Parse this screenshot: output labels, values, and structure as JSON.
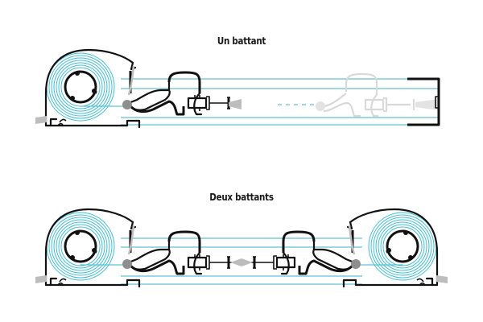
{
  "diagram": {
    "sections": [
      {
        "id": "single",
        "title": "Un battant",
        "leaves": 1,
        "components": [
          "coil-cassette-left",
          "screen-lines",
          "handle-bar",
          "latch",
          "ghost-handle-open-position",
          "end-rail-right"
        ]
      },
      {
        "id": "double",
        "title": "Deux battants",
        "leaves": 2,
        "components": [
          "coil-cassette-left",
          "coil-cassette-right",
          "screen-lines",
          "handle-bar-left",
          "handle-bar-right",
          "central-latch"
        ]
      }
    ],
    "colors": {
      "outline": "#111111",
      "screen_line": "#3ab3c9",
      "coil": "#41bfd6",
      "grey_part": "#bdbdbd",
      "ghost": "#d9d9d9"
    }
  }
}
